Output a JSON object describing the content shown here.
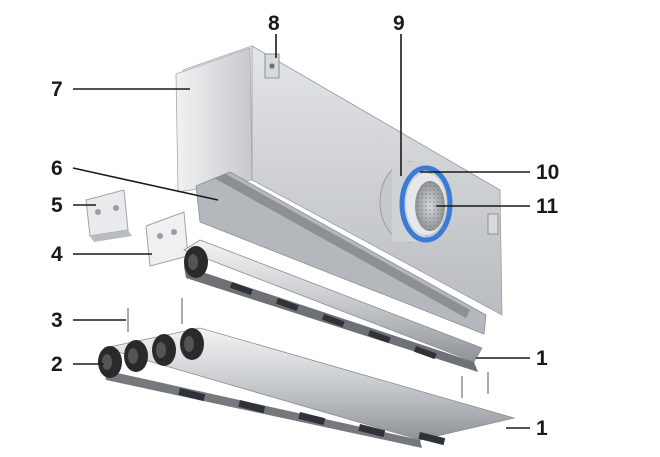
{
  "callouts": {
    "c1_upper": "1",
    "c1_lower": "1",
    "c2": "2",
    "c3": "3",
    "c4": "4",
    "c5": "5",
    "c6": "6",
    "c7": "7",
    "c8": "8",
    "c9": "9",
    "c10": "10",
    "c11": "11"
  },
  "colors": {
    "housing_light": "#eceef0",
    "housing_mid": "#c9ccd0",
    "housing_dark": "#9ea2a6",
    "connector_ring": "#3b7bd6",
    "roller_dark": "#2a2a2a",
    "label": "#1a1a1a"
  }
}
